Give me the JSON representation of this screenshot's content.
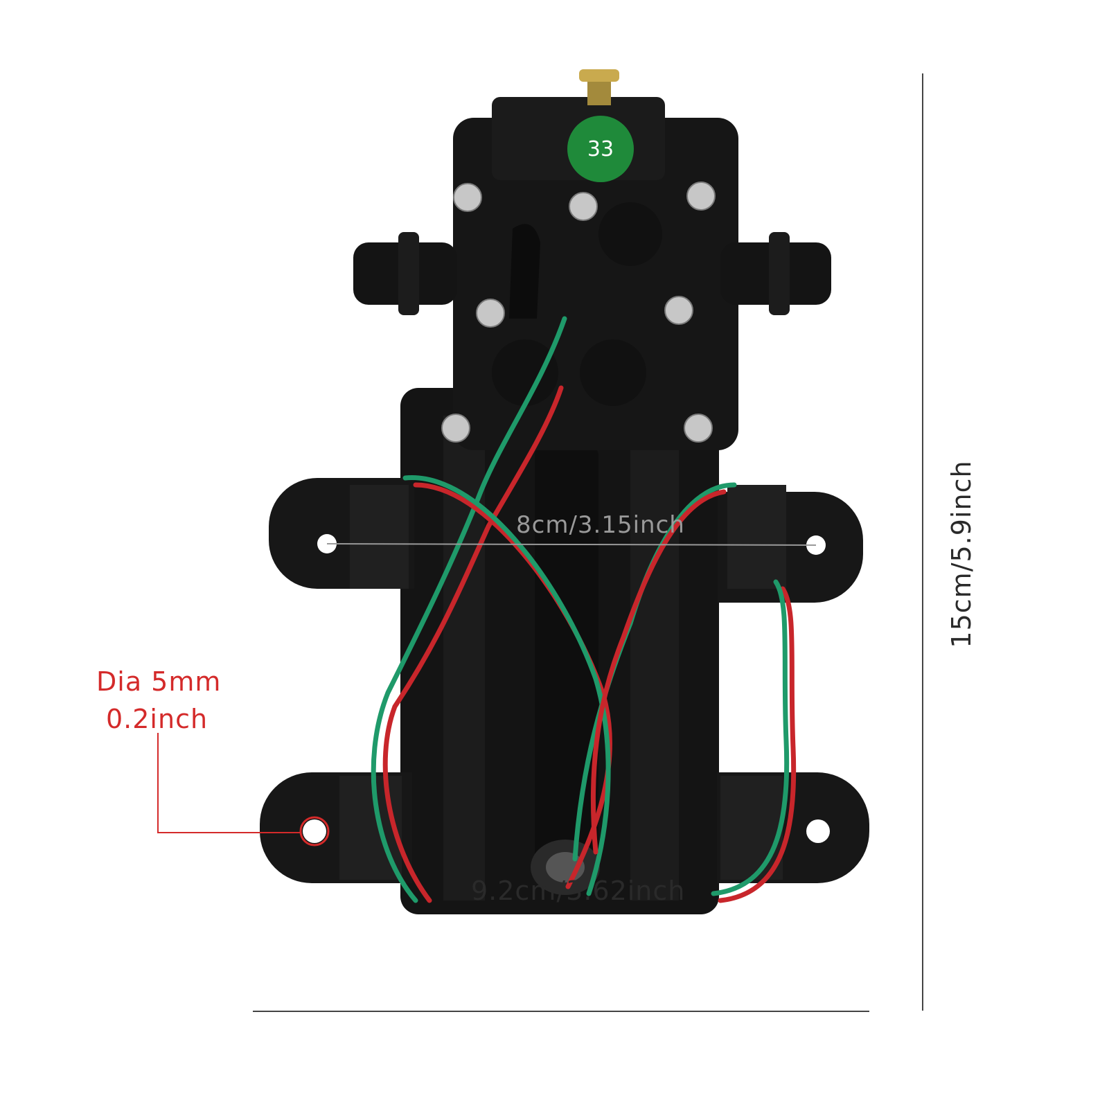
{
  "dimensions": {
    "width_label": "9.2cm/3.62inch",
    "height_label": "15cm/5.9inch",
    "mount_spacing_label": "8cm/3.15inch",
    "hole_diameter_label_line1": "Dia 5mm",
    "hole_diameter_label_line2": "0.2inch"
  },
  "product": {
    "badge_text": "33",
    "colors": {
      "body": "#151515",
      "wire_red": "#c8262b",
      "wire_green": "#1f9a6a",
      "badge": "#1f8a3a",
      "annotation": "#d42a2a"
    }
  }
}
